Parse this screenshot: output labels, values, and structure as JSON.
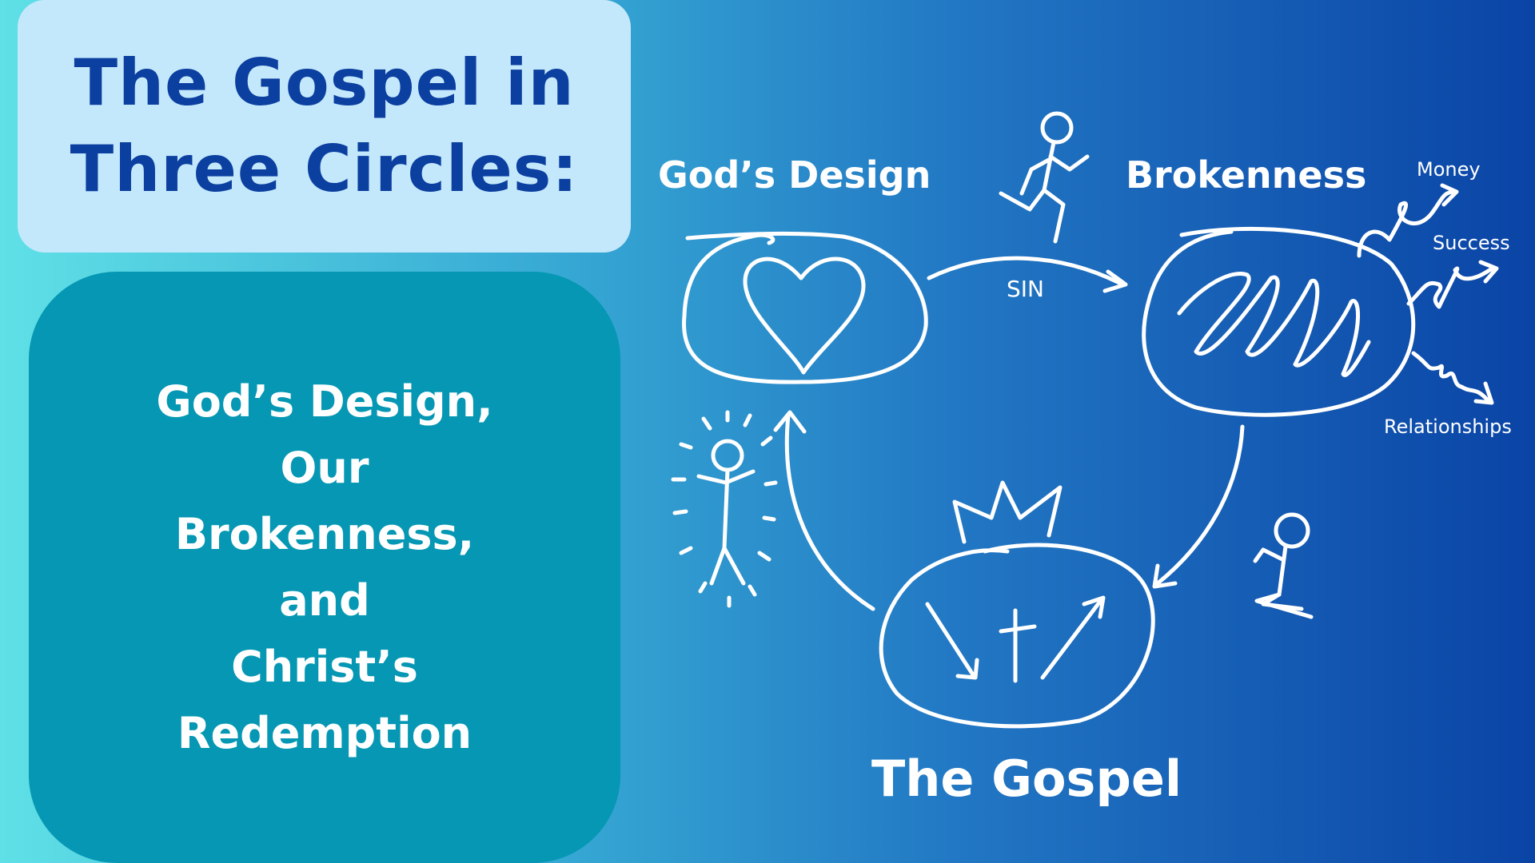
{
  "title": {
    "line1": "The Gospel in",
    "line2": "Three Circles:"
  },
  "subtitle": {
    "lines": [
      "God’s Design,",
      "Our",
      "Brokenness,",
      "and",
      "Christ’s",
      "Redemption"
    ]
  },
  "diagram": {
    "gods_design_label": "God’s Design",
    "brokenness_label": "Brokenness",
    "gospel_label": "The Gospel",
    "sin_label": "SIN",
    "idol_labels": [
      "Money",
      "Success",
      "Relationships"
    ]
  },
  "colors": {
    "title_box": "#c4e8fb",
    "title_text": "#0b3fa0",
    "subtitle_box": "#0597b3",
    "line_art": "#ffffff"
  }
}
